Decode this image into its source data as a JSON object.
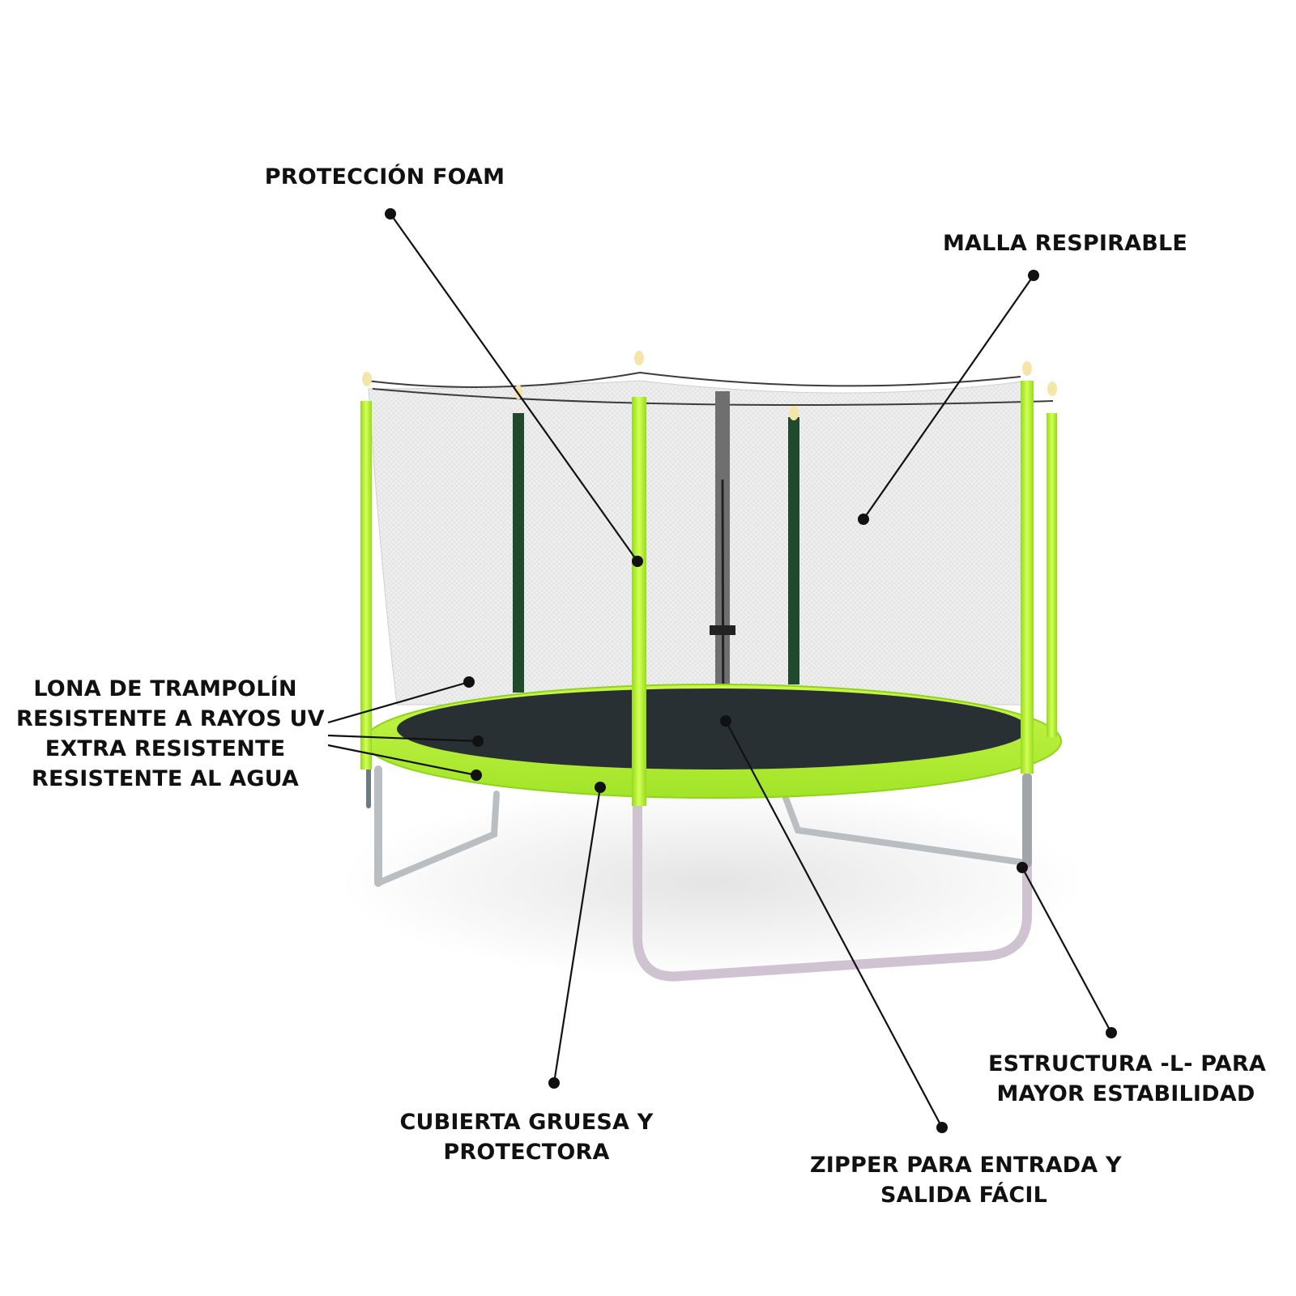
{
  "diagram": {
    "subject": "trampoline",
    "colors": {
      "frame_green": "#b7f23a",
      "frame_green_dark": "#8ed61c",
      "pole_dark": "#1e4a2c",
      "mat": "#2a3236",
      "net": "#ededed",
      "steel": "#c9cdd0",
      "leader": "#111111"
    },
    "callouts": {
      "foam": {
        "lines": [
          "PROTECCIÓN FOAM"
        ]
      },
      "mesh": {
        "lines": [
          "MALLA RESPIRABLE"
        ]
      },
      "canvas": {
        "lines": [
          "LONA DE TRAMPOLÍN",
          "RESISTENTE A RAYOS UV",
          "EXTRA RESISTENTE",
          "RESISTENTE AL AGUA"
        ]
      },
      "cover": {
        "lines": [
          "CUBIERTA GRUESA Y",
          "PROTECTORA"
        ]
      },
      "zipper": {
        "lines": [
          "ZIPPER PARA ENTRADA Y",
          "SALIDA FÁCIL"
        ]
      },
      "structure": {
        "lines": [
          "ESTRUCTURA -L- PARA",
          "MAYOR ESTABILIDAD"
        ]
      }
    }
  }
}
